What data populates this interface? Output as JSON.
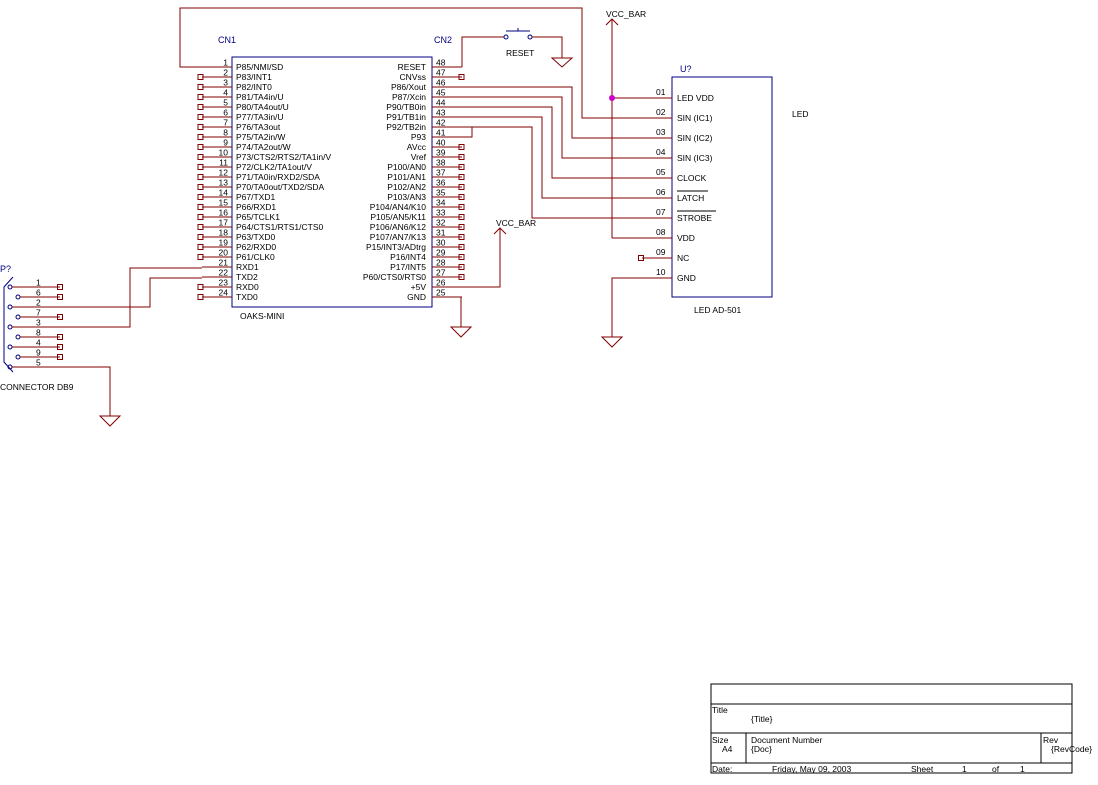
{
  "colors": {
    "wire": "#800000",
    "body": "#000080",
    "pin": "#000000",
    "junction": "#cc00cc"
  },
  "cn1": {
    "ref": "CN1",
    "name": "OAKS-MINI",
    "left_pins": [
      {
        "num": "1",
        "label": "P85/NMI/SD"
      },
      {
        "num": "2",
        "label": "P83/INT1"
      },
      {
        "num": "3",
        "label": "P82/INT0"
      },
      {
        "num": "4",
        "label": "P81/TA4in/U"
      },
      {
        "num": "5",
        "label": "P80/TA4out/U"
      },
      {
        "num": "6",
        "label": "P77/TA3in/U"
      },
      {
        "num": "7",
        "label": "P76/TA3out"
      },
      {
        "num": "8",
        "label": "P75/TA2in/W"
      },
      {
        "num": "9",
        "label": "P74/TA2out/W"
      },
      {
        "num": "10",
        "label": "P73/CTS2/RTS2/TA1in/V"
      },
      {
        "num": "11",
        "label": "P72/CLK2/TA1out/V"
      },
      {
        "num": "12",
        "label": "P71/TA0in/RXD2/SDA"
      },
      {
        "num": "13",
        "label": "P70/TA0out/TXD2/SDA"
      },
      {
        "num": "14",
        "label": "P67/TXD1"
      },
      {
        "num": "15",
        "label": "P66/RXD1"
      },
      {
        "num": "16",
        "label": "P65/TCLK1"
      },
      {
        "num": "17",
        "label": "P64/CTS1/RTS1/CTS0"
      },
      {
        "num": "18",
        "label": "P63/TXD0"
      },
      {
        "num": "19",
        "label": "P62/RXD0"
      },
      {
        "num": "20",
        "label": "P61/CLK0"
      },
      {
        "num": "21",
        "label": "RXD1"
      },
      {
        "num": "22",
        "label": "TXD2"
      },
      {
        "num": "23",
        "label": "RXD0"
      },
      {
        "num": "24",
        "label": "TXD0"
      }
    ],
    "right_pins": [
      {
        "num": "48",
        "label": "RESET"
      },
      {
        "num": "47",
        "label": "CNVss"
      },
      {
        "num": "46",
        "label": "P86/Xout"
      },
      {
        "num": "45",
        "label": "P87/Xcin"
      },
      {
        "num": "44",
        "label": "P90/TB0in"
      },
      {
        "num": "43",
        "label": "P91/TB1in"
      },
      {
        "num": "42",
        "label": "P92/TB2in"
      },
      {
        "num": "41",
        "label": "P93"
      },
      {
        "num": "40",
        "label": "AVcc"
      },
      {
        "num": "39",
        "label": "Vref"
      },
      {
        "num": "38",
        "label": "P100/AN0"
      },
      {
        "num": "37",
        "label": "P101/AN1"
      },
      {
        "num": "36",
        "label": "P102/AN2"
      },
      {
        "num": "35",
        "label": "P103/AN3"
      },
      {
        "num": "34",
        "label": "P104/AN4/K10"
      },
      {
        "num": "33",
        "label": "P105/AN5/K11"
      },
      {
        "num": "32",
        "label": "P106/AN6/K12"
      },
      {
        "num": "31",
        "label": "P107/AN7/K13"
      },
      {
        "num": "30",
        "label": "P15/INT3/ADtrg"
      },
      {
        "num": "29",
        "label": "P16/INT4"
      },
      {
        "num": "28",
        "label": "P17/INT5"
      },
      {
        "num": "27",
        "label": "P60/CTS0/RTS0"
      },
      {
        "num": "26",
        "label": "+5V"
      },
      {
        "num": "25",
        "label": "GND"
      }
    ]
  },
  "cn2": {
    "ref": "CN2"
  },
  "reset": {
    "label": "RESET"
  },
  "vcc_top": {
    "label": "VCC_BAR"
  },
  "vcc_mid": {
    "label": "VCC_BAR"
  },
  "u": {
    "ref": "U?",
    "name": "LED AD-501",
    "pins": [
      {
        "num": "01",
        "label": "LED VDD"
      },
      {
        "num": "02",
        "label": "SIN (IC1)"
      },
      {
        "num": "03",
        "label": "SIN (IC2)"
      },
      {
        "num": "04",
        "label": "SIN (IC3)"
      },
      {
        "num": "05",
        "label": "CLOCK"
      },
      {
        "num": "06",
        "label": "LATCH"
      },
      {
        "num": "07",
        "label": "STROBE"
      },
      {
        "num": "08",
        "label": "VDD"
      },
      {
        "num": "09",
        "label": "NC"
      },
      {
        "num": "10",
        "label": "GND"
      }
    ]
  },
  "led_label": "LED",
  "db9": {
    "ref": "P?",
    "name": "CONNECTOR DB9",
    "pins": [
      "1",
      "6",
      "2",
      "7",
      "3",
      "8",
      "4",
      "9",
      "5"
    ]
  },
  "title_block": {
    "title_label": "Title",
    "title_value": "{Title}",
    "size_label": "Size",
    "size_value": "A4",
    "docnum_label": "Document Number",
    "docnum_value": "{Doc}",
    "rev_label": "Rev",
    "rev_value": "{RevCode}",
    "date_label": "Date:",
    "date_value": "Friday, May 09, 2003",
    "sheet_label": "Sheet",
    "sheet_value": "1",
    "of_label": "of",
    "of_value": "1"
  }
}
